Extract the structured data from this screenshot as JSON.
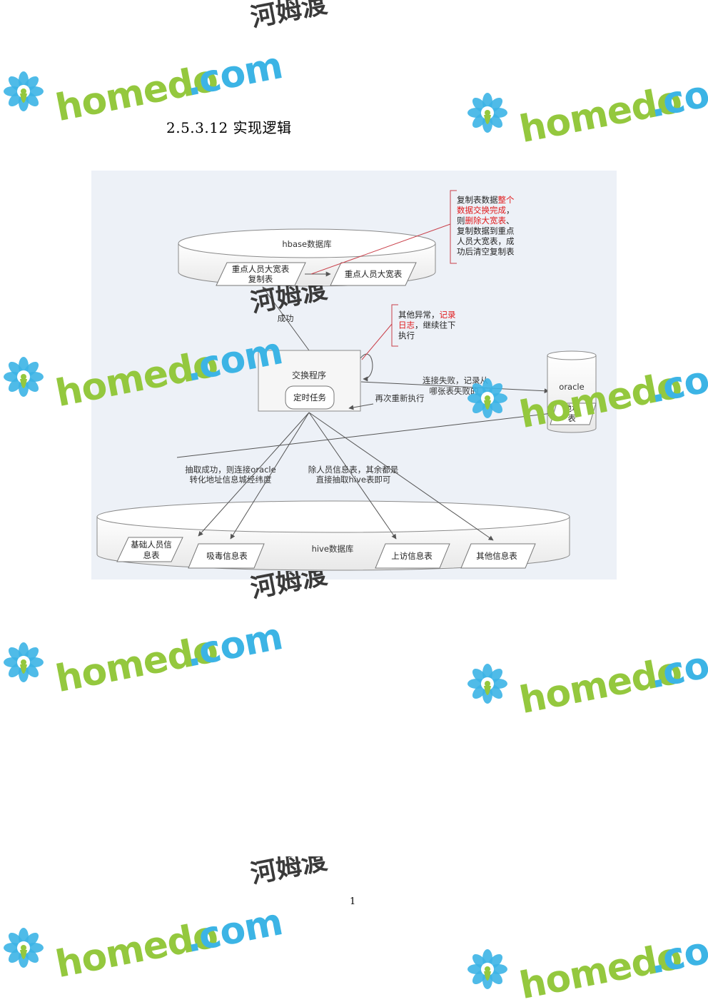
{
  "document": {
    "heading": "2.5.3.12 实现逻辑",
    "page_number": "1"
  },
  "diagram": {
    "hbase_db_label": "hbase数据库",
    "hbase_copy_table_line1": "重点人员大宽表",
    "hbase_copy_table_line2": "复制表",
    "hbase_wide_table": "重点人员大宽表",
    "note_top": {
      "lines": [
        [
          {
            "t": "复制表数据",
            "red": false
          },
          {
            "t": "整个",
            "red": true
          }
        ],
        [
          {
            "t": "数据交换完成",
            "red": true
          },
          {
            "t": "，",
            "red": false
          }
        ],
        [
          {
            "t": "则",
            "red": false
          },
          {
            "t": "删除大宽表",
            "red": true
          },
          {
            "t": "、",
            "red": false
          }
        ],
        [
          {
            "t": "复制数据到重点",
            "red": false
          }
        ],
        [
          {
            "t": "人员大宽表，成",
            "red": false
          }
        ],
        [
          {
            "t": "功后清空复制表",
            "red": false
          }
        ]
      ]
    },
    "success_label": "成功",
    "note_mid": {
      "lines": [
        [
          {
            "t": "其他异常，",
            "red": false
          },
          {
            "t": "记录",
            "red": true
          }
        ],
        [
          {
            "t": "日志",
            "red": true
          },
          {
            "t": "，继续往下",
            "red": false
          }
        ],
        [
          {
            "t": "执行",
            "red": false
          }
        ]
      ]
    },
    "exchange_program_label": "交换程序",
    "scheduled_task_label": "定时任务",
    "conn_fail_line1": "连接失败，记录从",
    "conn_fail_line2": "哪张表失败的",
    "retry_label": "再次重新执行",
    "oracle_label": "oracle",
    "address_table_line1": "地址",
    "address_table_line2": "表",
    "extract_ok_line1": "抽取成功，则连接oracle",
    "extract_ok_line2": "转化地址信息城经纬度",
    "others_line1": "除人员信息表，其余都是",
    "others_line2": "直接抽取hive表即可",
    "hive_db_label": "hive数据库",
    "hive_tables": {
      "basic": [
        "基础人员信",
        "息表"
      ],
      "drug": "吸毒信息表",
      "petition": "上访信息表",
      "other": "其他信息表"
    }
  },
  "watermark": {
    "brand": "homedo.com",
    "cn": "河姆渡"
  },
  "colors": {
    "accent_red": "#e0191b",
    "watermark_green": "#94c83e",
    "watermark_blue": "#3cb4e5",
    "diagram_bg": "#edf1f7"
  }
}
